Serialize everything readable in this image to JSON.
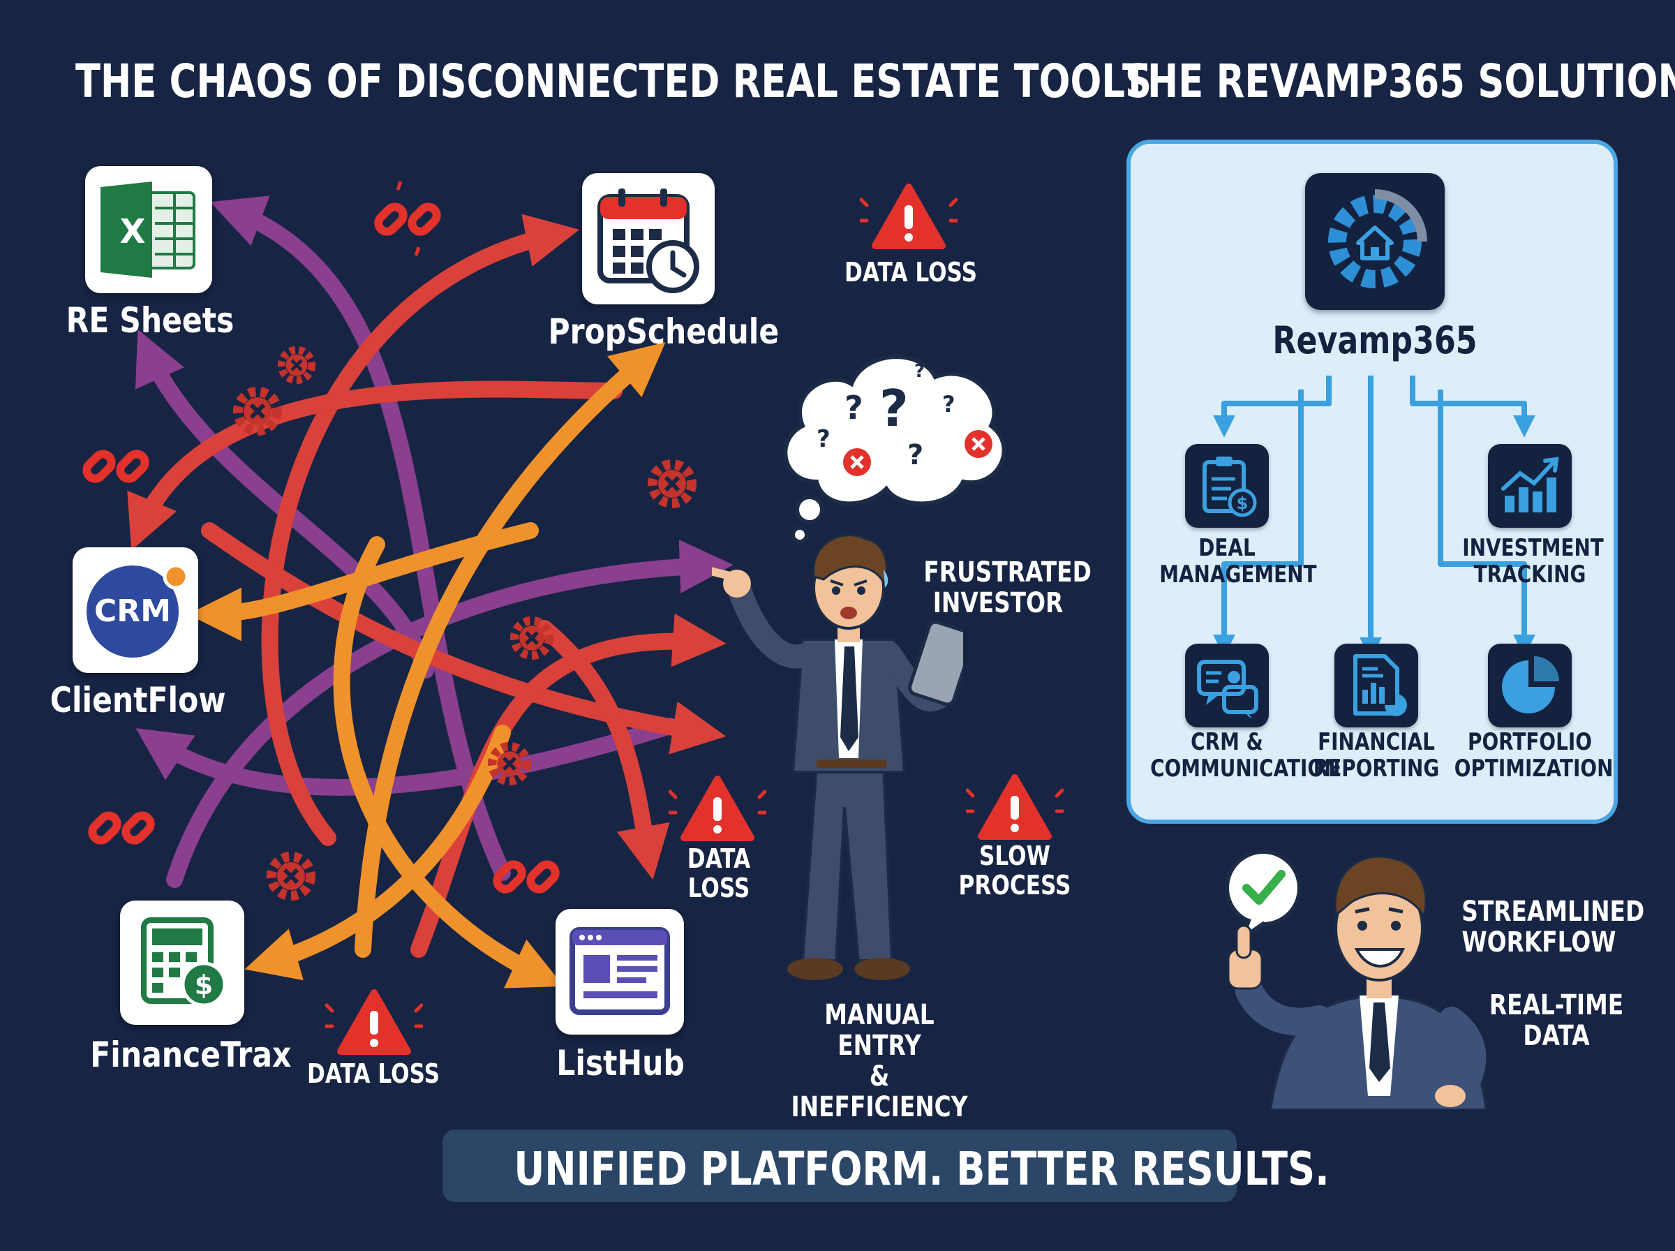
{
  "left_title": "THE CHAOS OF DISCONNECTED REAL ESTATE TOOLS",
  "right_title": "THE REVAMP365 SOLUTION",
  "tools": {
    "sheets": {
      "label": "RE Sheets",
      "icon_text": "X"
    },
    "schedule": {
      "label": "PropSchedule"
    },
    "crm": {
      "label": "ClientFlow",
      "icon_text": "CRM"
    },
    "finance": {
      "label": "FinanceTrax"
    },
    "listhub": {
      "label": "ListHub"
    }
  },
  "warnings": {
    "top": "DATA LOSS",
    "middle": "DATA\nLOSS",
    "bottom": "DATA LOSS",
    "slow": "SLOW\nPROCESS"
  },
  "investor": {
    "frustrated": "FRUSTRATED\nINVESTOR",
    "manual": "MANUAL ENTRY\n& INEFFICIENCY"
  },
  "solution": {
    "app_name": "Revamp365",
    "features": [
      {
        "label": "DEAL\nMANAGEMENT"
      },
      {
        "label": "INVESTMENT\nTRACKING"
      },
      {
        "label": "CRM &\nCOMMUNICATION"
      },
      {
        "label": "FINANCIAL\nREPORTING"
      },
      {
        "label": "PORTFOLIO\nOPTIMIZATION"
      }
    ],
    "benefits": [
      "STREAMLINED\nWORKFLOW",
      "REAL-TIME\nDATA"
    ]
  },
  "tagline": "UNIFIED PLATFORM. BETTER RESULTS.",
  "colors": {
    "background": "#172443",
    "panel": "#dbeefa",
    "panel_border": "#4aa6e2",
    "alert_red": "#e2322b",
    "arrow_red": "#d9413a",
    "arrow_purple": "#8a3f8f",
    "arrow_orange": "#f0922b",
    "feature_tile": "#13223f",
    "feature_icon": "#3aa0e0"
  }
}
